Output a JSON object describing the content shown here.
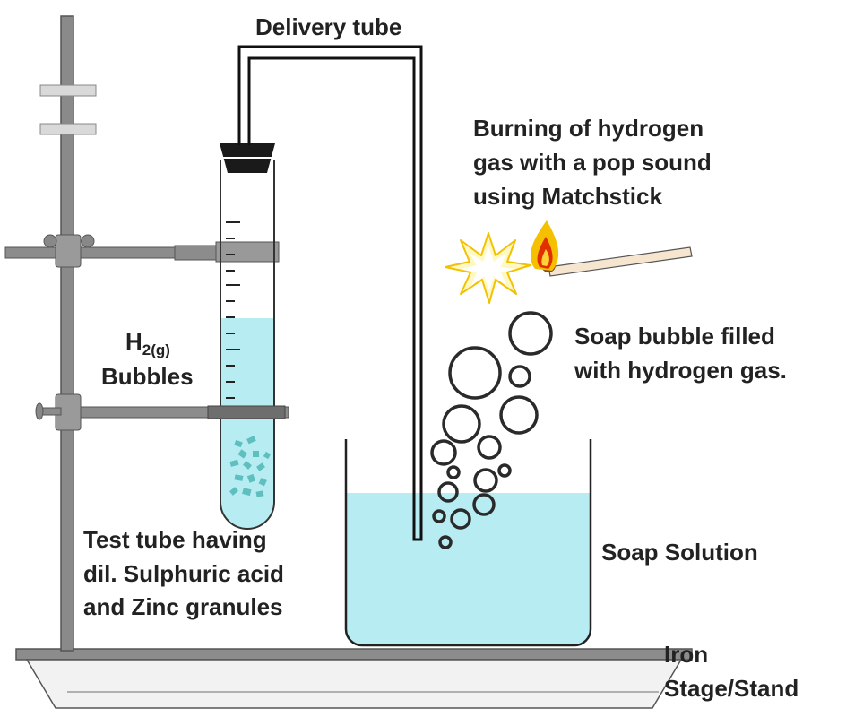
{
  "labels": {
    "delivery_tube": "Delivery tube",
    "burning": [
      "Burning of hydrogen",
      "gas with a pop sound",
      "using Matchstick"
    ],
    "soap_bubble": [
      "Soap bubble filled",
      "with hydrogen gas."
    ],
    "h2_main": "H",
    "h2_sub": "2(g)",
    "bubbles": "Bubbles",
    "test_tube": [
      "Test tube having",
      "dil. Sulphuric acid",
      "and Zinc granules"
    ],
    "soap_solution": "Soap Solution",
    "iron_stand": [
      "Iron",
      "Stage/Stand"
    ]
  },
  "colors": {
    "liquid": "#b7ecf2",
    "granule": "#5fbfbf",
    "metal": "#808080",
    "outline": "#222222",
    "flame_outer": "#f5c000",
    "flame_inner": "#e03000",
    "spark": "#f2c200"
  }
}
